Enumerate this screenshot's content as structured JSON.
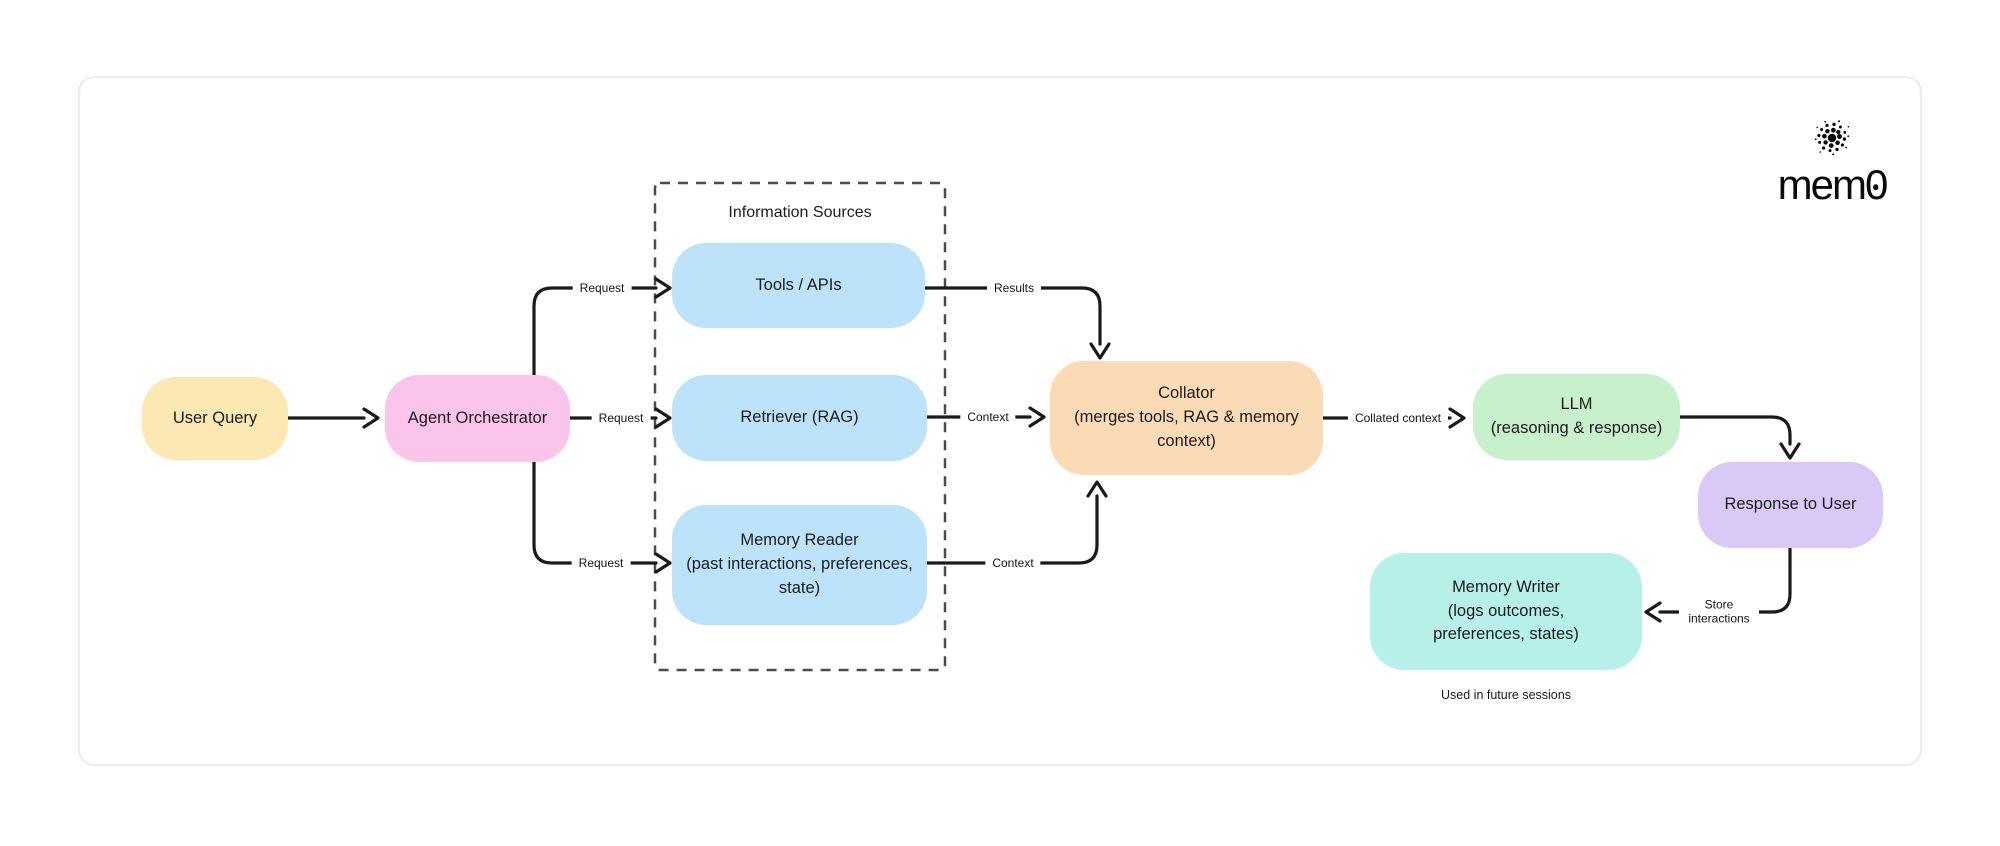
{
  "logo": {
    "wordmark": "mem0",
    "wordmark_prefix": "mem",
    "wordmark_zero": "0",
    "icon": "mem0-dotted-orb-icon",
    "color": "#0b0b0b"
  },
  "colors": {
    "arrow": "#1a1a1a",
    "dashed_border": "#4b4b4b",
    "card_border": "#ececec",
    "text": "#1c1c1e",
    "background": "#ffffff"
  },
  "diagram": {
    "group_title": "Information Sources",
    "caption": "Used in future sessions",
    "nodes": {
      "user_query": {
        "label": "User Query",
        "sublabel": "",
        "color": "#FCE8B2"
      },
      "agent_orchestrator": {
        "label": "Agent Orchestrator",
        "sublabel": "",
        "color": "#FAC4EB"
      },
      "tools_apis": {
        "label": "Tools / APIs",
        "sublabel": "",
        "color": "#BDE3FB"
      },
      "retriever_rag": {
        "label": "Retriever (RAG)",
        "sublabel": "",
        "color": "#BDE3FB"
      },
      "memory_reader": {
        "label": "Memory Reader",
        "sublabel": "(past interactions, preferences, state)",
        "color": "#BDE3FB"
      },
      "collator": {
        "label": "Collator",
        "sublabel": "(merges tools, RAG & memory context)",
        "color": "#FBDAB6"
      },
      "llm": {
        "label": "LLM",
        "sublabel": "(reasoning & response)",
        "color": "#C8F0CD"
      },
      "response_to_user": {
        "label": "Response to User",
        "sublabel": "",
        "color": "#D8C9F6"
      },
      "memory_writer": {
        "label": "Memory Writer",
        "sublabel": "(logs outcomes, preferences, states)",
        "color": "#B6F0E9"
      }
    },
    "edge_labels": {
      "request_top": "Request",
      "request_mid": "Request",
      "request_bottom": "Request",
      "results": "Results",
      "context_rag": "Context",
      "context_memory": "Context",
      "collated_context": "Collated context",
      "store_interactions": "Store interactions"
    }
  }
}
